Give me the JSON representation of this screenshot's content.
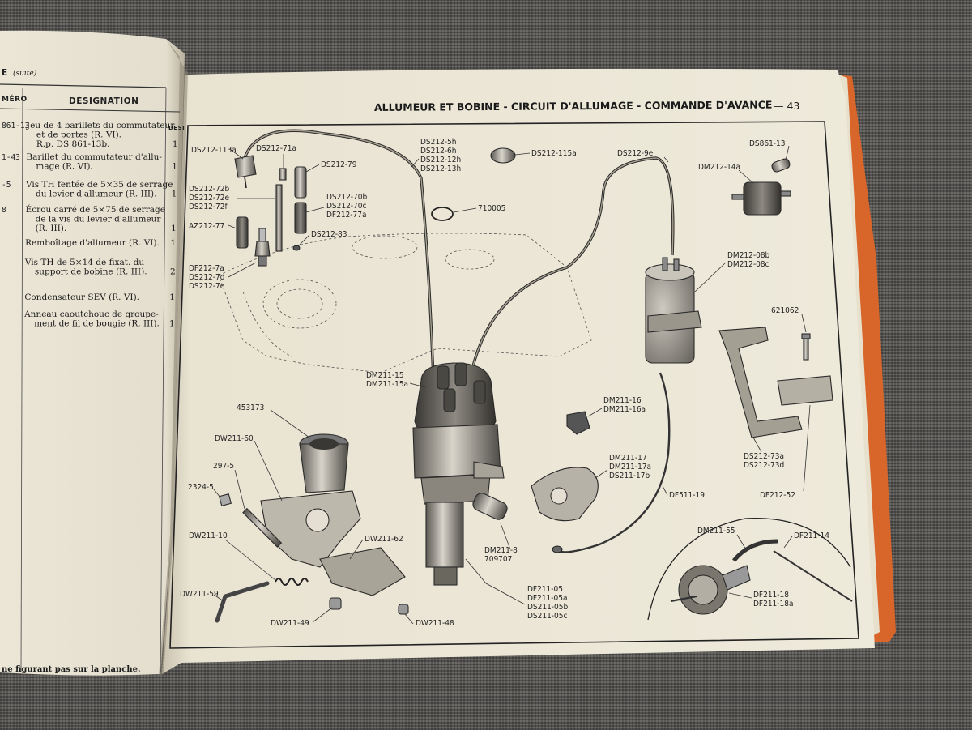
{
  "left_page": {
    "header_suffix": "E",
    "header_suite": "(suite)",
    "col_numero": "MÉRO",
    "col_designation": "DÉSIGNATION",
    "col_third": "DESI",
    "rows": [
      {
        "number": "861-13",
        "lines": [
          "Jeu de 4 barillets du commutateur",
          "et de portes (R. VI).",
          "R.p. DS 861-13b."
        ],
        "qty": "1"
      },
      {
        "number": "1-43",
        "lines": [
          "Barillet du commutateur d'allu-",
          "mage (R. VI)."
        ],
        "qty": "1"
      },
      {
        "number": "-5",
        "lines": [
          "Vis TH fentée de 5×35 de serrage",
          "du levier d'allumeur (R. III)."
        ],
        "qty": "1"
      },
      {
        "number": "8",
        "lines": [
          "Écrou carré de 5×75 de serrage",
          "de la vis du levier d'allumeur",
          "(R. III)."
        ],
        "qty": "1"
      },
      {
        "number": "",
        "lines": [
          "Remboîtage d'allumeur (R. VI)."
        ],
        "qty": "1"
      },
      {
        "number": "",
        "lines": [
          "Vis TH de 5×14 de fixat. du",
          "support de bobine (R. III)."
        ],
        "qty": "2"
      },
      {
        "number": "",
        "lines": [
          "Condensateur SEV (R. VI)."
        ],
        "qty": "1"
      },
      {
        "number": "",
        "lines": [
          "Anneau caoutchouc de groupe-",
          "ment de fil de bougie (R. III)."
        ],
        "qty": "1"
      }
    ],
    "footnote": "ne figurant pas sur la planche."
  },
  "right_page": {
    "title": "ALLUMEUR ET BOBINE - CIRCUIT D'ALLUMAGE - COMMANDE D'AVANCE",
    "page_number": "— 43",
    "part_labels": {
      "DS212_113a": "DS212-113a",
      "DS212_71a": "DS212-71a",
      "DS212_79": "DS212-79",
      "DS212_72b": "DS212-72b",
      "DS212_72e": "DS212-72e",
      "DS212_72f": "DS212-72f",
      "DS212_70b": "DS212-70b",
      "DS212_70c": "DS212-70c",
      "DF212_77a": "DF212-77a",
      "AZ212_77": "AZ212-77",
      "DS212_83": "DS212-83",
      "DF212_7a": "DF212-7a",
      "DS212_7d": "DS212-7d",
      "DS212_7e": "DS212-7e",
      "DS212_5h": "DS212-5h",
      "DS212_6h": "DS212-6h",
      "DS212_12h": "DS212-12h",
      "DS212_13h": "DS212-13h",
      "DS212_115a": "DS212-115a",
      "n710005": "710005",
      "DS212_9e": "DS212-9e",
      "DS861_13": "DS861-13",
      "DM212_14a": "DM212-14a",
      "DM212_08b": "DM212-08b",
      "DM212_08c": "DM212-08c",
      "n621062": "621062",
      "DM211_15": "DM211-15",
      "DM211_15a": "DM211-15a",
      "n453173": "453173",
      "DW211_60": "DW211-60",
      "n297_5": "297-5",
      "n2324_5": "2324-5",
      "DW211_10": "DW211-10",
      "DW211_62": "DW211-62",
      "DW211_59": "DW211-59",
      "DW211_49": "DW211-49",
      "DW211_48": "DW211-48",
      "DM211_16": "DM211-16",
      "DM211_16a": "DM211-16a",
      "DM211_17": "DM211-17",
      "DM211_17a": "DM211-17a",
      "DS211_17b": "DS211-17b",
      "DM211_8": "DM211-8",
      "n709707": "709707",
      "DF211_05": "DF211-05",
      "DF211_05a": "DF211-05a",
      "DS211_05b": "DS211-05b",
      "DS211_05c": "DS211-05c",
      "DF511_19": "DF511-19",
      "DS212_73a": "DS212-73a",
      "DS212_73d": "DS212-73d",
      "DF212_52": "DF212-52",
      "DM211_55": "DM211-55",
      "DF211_14": "DF211-14",
      "DF211_18": "DF211-18",
      "DF211_18a": "DF211-18a"
    }
  },
  "colors": {
    "page": "#ece6d6",
    "page_shadow": "#b8b09c",
    "ink": "#222222",
    "binding_orange": "#d8652a",
    "table_surface": "#5d5c58"
  }
}
